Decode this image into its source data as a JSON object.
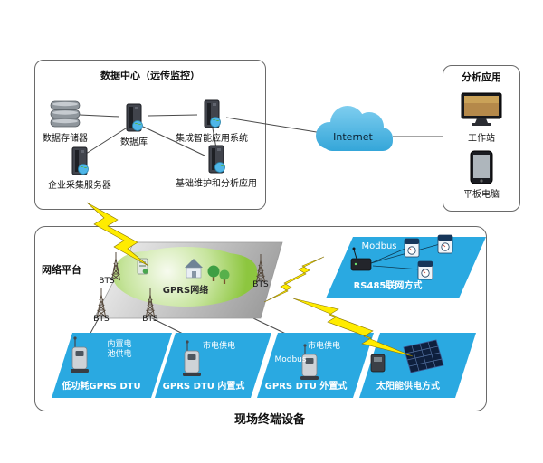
{
  "data_center": {
    "title": "数据中心（远传监控）",
    "storage_label": "数据存储器",
    "database_label": "数据库",
    "integrated_label": "集成智能应用系统",
    "collector_label": "企业采集服务器",
    "maintenance_label": "基础维护和分析应用"
  },
  "internet": {
    "label": "Internet"
  },
  "analysis": {
    "title": "分析应用",
    "workstation_label": "工作站",
    "tablet_label": "平板电脑"
  },
  "network": {
    "platform_label": "网络平台",
    "gprs_label": "GPRS网络",
    "bts_labels": [
      "BTS",
      "BTS",
      "BTS",
      "BTS"
    ]
  },
  "rs485": {
    "modbus_label": "Modbus",
    "label": "RS485联网方式"
  },
  "terminals": {
    "t1": {
      "power_line1": "内置电",
      "power_line2": "池供电",
      "label": "低功耗GPRS DTU"
    },
    "t2": {
      "power": "市电供电",
      "label": "GPRS DTU 内置式"
    },
    "t3": {
      "modbus": "Modbus",
      "power": "市电供电",
      "label": "GPRS DTU 外置式"
    },
    "t4": {
      "label": "太阳能供电方式"
    }
  },
  "footer_label": "现场终端设备",
  "colors": {
    "accent_blue": "#2aa9e1",
    "lightning_yellow": "#ffec00",
    "gprs_green": "#8dc63f",
    "platform_gray": "#c9c9c9"
  }
}
